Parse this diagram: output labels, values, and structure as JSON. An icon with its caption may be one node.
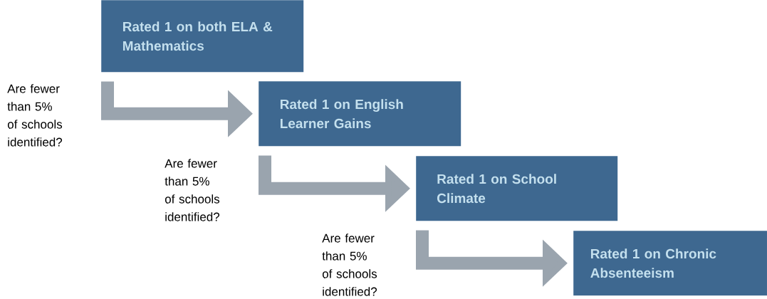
{
  "diagram": {
    "nodes": [
      {
        "text": [
          "Rated 1 on both ELA & Mathematics"
        ]
      },
      {
        "text": [
          "Rated 1 on English Learner Gains"
        ]
      },
      {
        "text": [
          "Rated 1 on School Climate"
        ]
      },
      {
        "text": [
          "Rated 1 on Chronic Absenteeism"
        ]
      }
    ],
    "edges": [
      {
        "from": 0,
        "to": 1,
        "arrow": "to",
        "label": "Are fewer than 5% of schools identified?"
      },
      {
        "from": 1,
        "to": 2,
        "arrow": "to",
        "label": "Are fewer than 5% of schools identified?"
      },
      {
        "from": 2,
        "to": 3,
        "arrow": "to",
        "label": "Are fewer than 5% of schools identified?"
      }
    ]
  }
}
